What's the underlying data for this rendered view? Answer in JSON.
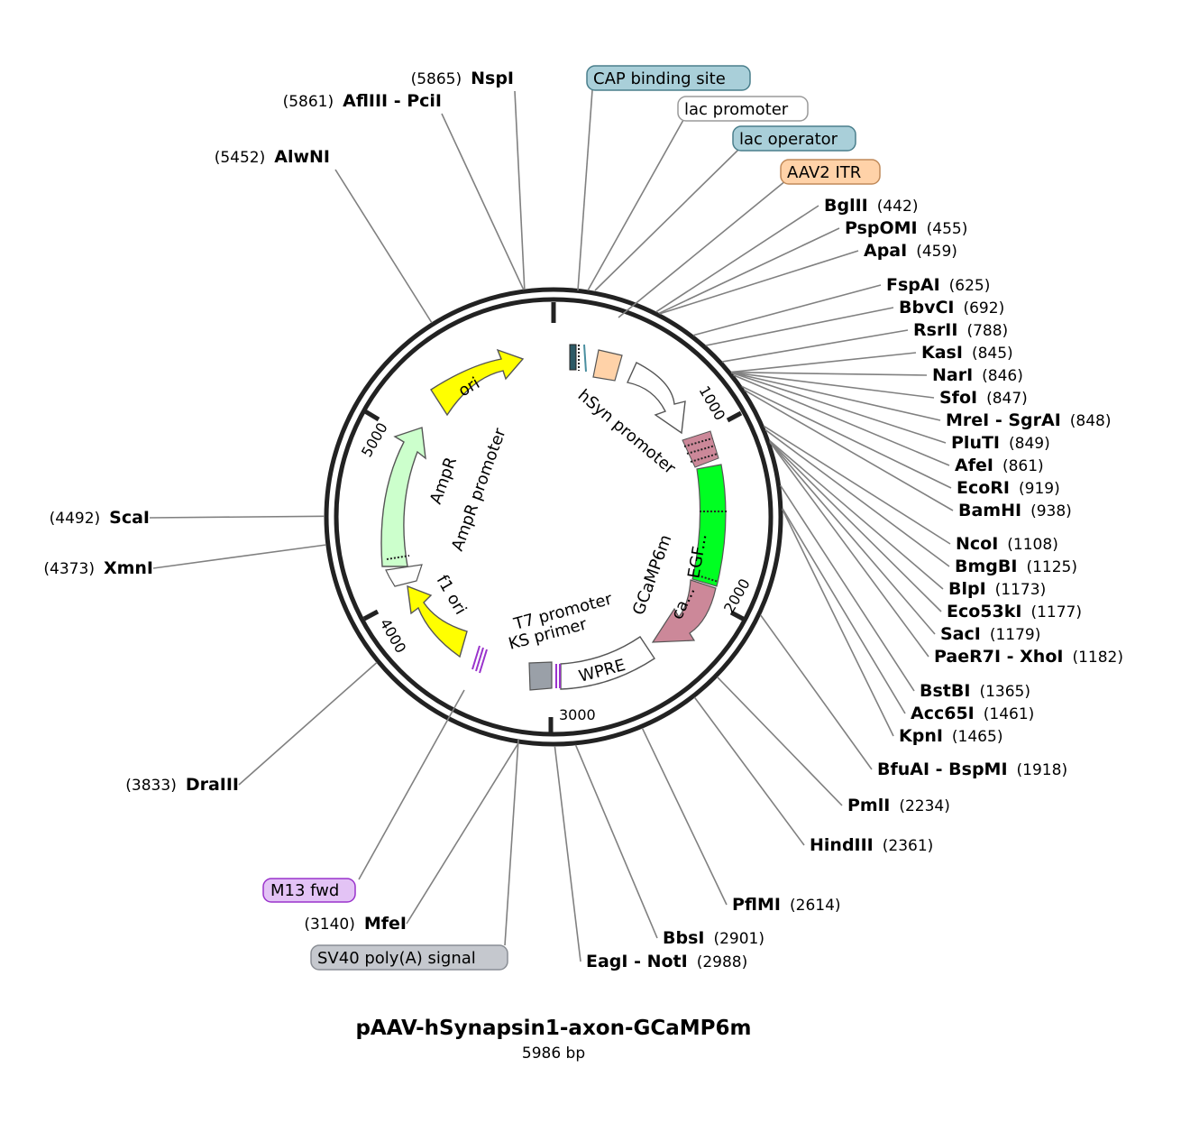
{
  "plasmid": {
    "name": "pAAV-hSynapsin1-axon-GCaMP6m",
    "length_label": "5986 bp",
    "length": 5986
  },
  "ticks": [
    {
      "pos": 1000,
      "label": "1000"
    },
    {
      "pos": 2000,
      "label": "2000"
    },
    {
      "pos": 3000,
      "label": "3000"
    },
    {
      "pos": 4000,
      "label": "4000"
    },
    {
      "pos": 5000,
      "label": "5000"
    }
  ],
  "enzymes_right": [
    {
      "name": "BglII",
      "pos": "(442)",
      "site": 442
    },
    {
      "name": "PspOMI",
      "pos": "(455)",
      "site": 455
    },
    {
      "name": "ApaI",
      "pos": "(459)",
      "site": 459
    },
    {
      "name": "FspAI",
      "pos": "(625)",
      "site": 625
    },
    {
      "name": "BbvCI",
      "pos": "(692)",
      "site": 692
    },
    {
      "name": "RsrII",
      "pos": "(788)",
      "site": 788
    },
    {
      "name": "KasI",
      "pos": "(845)",
      "site": 845
    },
    {
      "name": "NarI",
      "pos": "(846)",
      "site": 846
    },
    {
      "name": "SfoI",
      "pos": "(847)",
      "site": 847
    },
    {
      "name": "MreI - SgrAI",
      "pos": "(848)",
      "site": 848
    },
    {
      "name": "PluTI",
      "pos": "(849)",
      "site": 849
    },
    {
      "name": "AfeI",
      "pos": "(861)",
      "site": 861
    },
    {
      "name": "EcoRI",
      "pos": "(919)",
      "site": 919
    },
    {
      "name": "BamHI",
      "pos": "(938)",
      "site": 938
    },
    {
      "name": "NcoI",
      "pos": "(1108)",
      "site": 1108
    },
    {
      "name": "BmgBI",
      "pos": "(1125)",
      "site": 1125
    },
    {
      "name": "BlpI",
      "pos": "(1173)",
      "site": 1173
    },
    {
      "name": "Eco53kI",
      "pos": "(1177)",
      "site": 1177
    },
    {
      "name": "SacI",
      "pos": "(1179)",
      "site": 1179
    },
    {
      "name": "PaeR7I - XhoI",
      "pos": "(1182)",
      "site": 1182
    },
    {
      "name": "BstBI",
      "pos": "(1365)",
      "site": 1365
    },
    {
      "name": "Acc65I",
      "pos": "(1461)",
      "site": 1461
    },
    {
      "name": "KpnI",
      "pos": "(1465)",
      "site": 1465
    },
    {
      "name": "BfuAI - BspMI",
      "pos": "(1918)",
      "site": 1918
    },
    {
      "name": "PmlI",
      "pos": "(2234)",
      "site": 2234
    },
    {
      "name": "HindIII",
      "pos": "(2361)",
      "site": 2361
    },
    {
      "name": "PflMI",
      "pos": "(2614)",
      "site": 2614
    },
    {
      "name": "BbsI",
      "pos": "(2901)",
      "site": 2901
    },
    {
      "name": "EagI - NotI",
      "pos": "(2988)",
      "site": 2988
    }
  ],
  "enzymes_left": [
    {
      "name": "MfeI",
      "pos": "(3140)",
      "site": 3140
    },
    {
      "name": "DraIII",
      "pos": "(3833)",
      "site": 3833
    },
    {
      "name": "XmnI",
      "pos": "(4373)",
      "site": 4373
    },
    {
      "name": "ScaI",
      "pos": "(4492)",
      "site": 4492
    },
    {
      "name": "AlwNI",
      "pos": "(5452)",
      "site": 5452
    },
    {
      "name": "AflIII - PciI",
      "pos": "(5861)",
      "site": 5861
    },
    {
      "name": "NspI",
      "pos": "(5865)",
      "site": 5865
    }
  ],
  "boxed_labels": [
    {
      "text": "CAP binding site",
      "fill": "#a9cfd9",
      "stroke": "#4a7f8c"
    },
    {
      "text": "lac promoter",
      "fill": "#ffffff",
      "stroke": "#9a9a9a"
    },
    {
      "text": "lac operator",
      "fill": "#a9cfd9",
      "stroke": "#4a7f8c"
    },
    {
      "text": "AAV2 ITR",
      "fill": "#ffd2a8",
      "stroke": "#c08a5a"
    },
    {
      "text": "M13 fwd",
      "fill": "#e3c3f5",
      "stroke": "#9a33cc"
    },
    {
      "text": "SV40 poly(A) signal",
      "fill": "#c5c8ce",
      "stroke": "#8a8e95"
    }
  ],
  "features": [
    {
      "text": "ori",
      "fill": "#ffff00"
    },
    {
      "text": "hSyn promoter",
      "fill": "#ffffff"
    },
    {
      "text": "AmpR",
      "fill": "#ccffcc"
    },
    {
      "text": "AmpR promoter",
      "fill": "#ffffff"
    },
    {
      "text": "EGF...",
      "fill": "#00ff22"
    },
    {
      "text": "GCaMP6m",
      "fill": "#00ff22"
    },
    {
      "text": "ca...",
      "fill": "#cc8899"
    },
    {
      "text": "f1 ori",
      "fill": "#ffff00"
    },
    {
      "text": "T7 promoter",
      "fill": "#ffffff"
    },
    {
      "text": "KS primer",
      "fill": "#ffffff"
    },
    {
      "text": "WPRE",
      "fill": "#ffffff"
    }
  ]
}
